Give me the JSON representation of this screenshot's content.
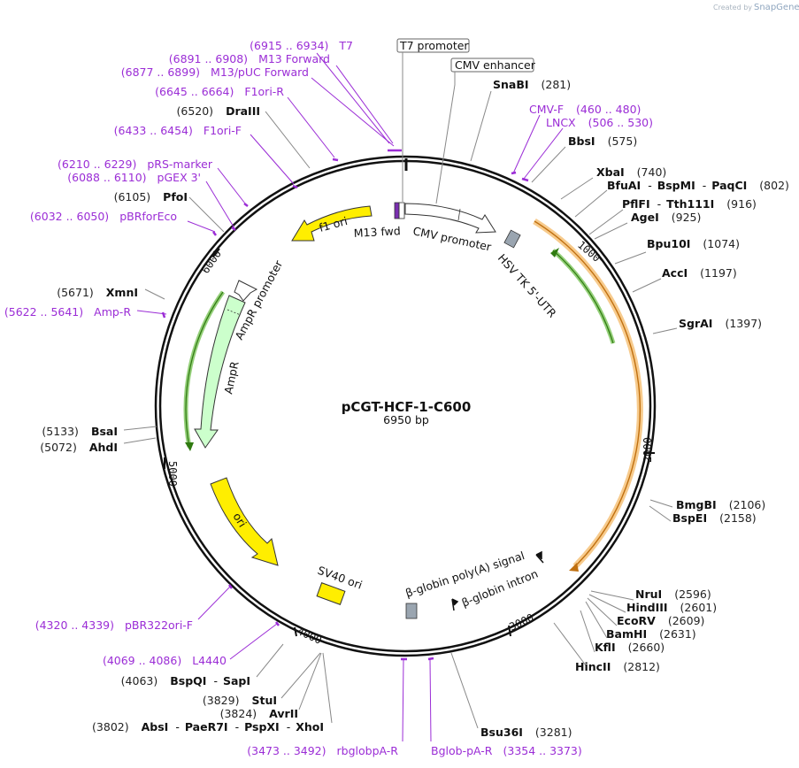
{
  "brand": {
    "created_by": "Created by",
    "name": "SnapGene"
  },
  "plasmid": {
    "name": "pCGT-HCF-1-C600",
    "size_label": "6950 bp",
    "length": 6950
  },
  "colors": {
    "primer": "#9b2dd6",
    "yellow": "#ffee00",
    "green_feature": "#ccffcc",
    "orange": "#f0a030",
    "green_arrow": "#4caf20",
    "gray_box": "#9aa5b0"
  },
  "ticks": [
    {
      "label": "1000"
    },
    {
      "label": "2000"
    },
    {
      "label": "3000"
    },
    {
      "label": "4000"
    },
    {
      "label": "5000"
    },
    {
      "label": "6000"
    }
  ],
  "features": [
    {
      "name": "f1-ori-arrow",
      "label": "f1 ori"
    },
    {
      "name": "m13-fwd",
      "label": "M13 fwd"
    },
    {
      "name": "cmv-promoter",
      "label": "CMV promoter"
    },
    {
      "name": "hsv-tk-utr",
      "label": "HSV TK 5'-UTR"
    },
    {
      "name": "ampr-promoter",
      "label": "AmpR promoter"
    },
    {
      "name": "ampr",
      "label": "AmpR"
    },
    {
      "name": "ori",
      "label": "ori"
    },
    {
      "name": "sv40-ori",
      "label": "SV40 ori"
    },
    {
      "name": "bglobin-polya",
      "label": "β-globin poly(A) signal"
    },
    {
      "name": "bglobin-intron",
      "label": "β-globin intron"
    }
  ],
  "boxed_labels": [
    {
      "text": "T7 promoter"
    },
    {
      "text": "CMV enhancer"
    }
  ],
  "sites": [
    {
      "text": "SnaBI",
      "pos": "(281)"
    },
    {
      "text": "BbsI",
      "pos": "(575)"
    },
    {
      "text": "XbaI",
      "pos": "(740)"
    },
    {
      "text": "BfuAI",
      "sep1": "-",
      "text2": "BspMI",
      "sep2": "-",
      "text3": "PaqCI",
      "pos": "(802)"
    },
    {
      "text": "PflFI",
      "sep1": "-",
      "text2": "Tth111I",
      "pos": "(916)"
    },
    {
      "text": "AgeI",
      "pos": "(925)"
    },
    {
      "text": "Bpu10I",
      "pos": "(1074)"
    },
    {
      "text": "AccI",
      "pos": "(1197)"
    },
    {
      "text": "SgrAI",
      "pos": "(1397)"
    },
    {
      "text": "BmgBI",
      "pos": "(2106)"
    },
    {
      "text": "BspEI",
      "pos": "(2158)"
    },
    {
      "text": "NruI",
      "pos": "(2596)"
    },
    {
      "text": "HindIII",
      "pos": "(2601)"
    },
    {
      "text": "EcoRV",
      "pos": "(2609)"
    },
    {
      "text": "BamHI",
      "pos": "(2631)"
    },
    {
      "text": "KflI",
      "pos": "(2660)"
    },
    {
      "text": "HincII",
      "pos": "(2812)"
    },
    {
      "text": "Bsu36I",
      "pos": "(3281)"
    },
    {
      "pos": "(3802)",
      "text": "AbsI",
      "sep1": "-",
      "text2": "PaeR7I",
      "sep2": "-",
      "text3": "PspXI",
      "sep3": "-",
      "text4": "XhoI"
    },
    {
      "pos": "(3824)",
      "text": "AvrII"
    },
    {
      "pos": "(3829)",
      "text": "StuI"
    },
    {
      "pos": "(4063)",
      "text": "BspQI",
      "sep1": "-",
      "text2": "SapI"
    },
    {
      "pos": "(5072)",
      "text": "AhdI"
    },
    {
      "pos": "(5133)",
      "text": "BsaI"
    },
    {
      "pos": "(5671)",
      "text": "XmnI"
    },
    {
      "pos": "(6105)",
      "text": "PfoI"
    },
    {
      "pos": "(6520)",
      "text": "DraIII"
    }
  ],
  "primers": [
    {
      "range": "(6915 .. 6934)",
      "name": "T7"
    },
    {
      "range": "(6891 .. 6908)",
      "name": "M13 Forward"
    },
    {
      "range": "(6877 .. 6899)",
      "name": "M13/pUC Forward"
    },
    {
      "range": "(6645 .. 6664)",
      "name": "F1ori-R"
    },
    {
      "range": "(6433 .. 6454)",
      "name": "F1ori-F"
    },
    {
      "range": "(6210 .. 6229)",
      "name": "pRS-marker"
    },
    {
      "range": "(6088 .. 6110)",
      "name": "pGEX 3'"
    },
    {
      "range": "(6032 .. 6050)",
      "name": "pBRforEco"
    },
    {
      "range": "(5622 .. 5641)",
      "name": "Amp-R"
    },
    {
      "range": "(4320 .. 4339)",
      "name": "pBR322ori-F"
    },
    {
      "range": "(4069 .. 4086)",
      "name": "L4440"
    },
    {
      "range": "(3473 .. 3492)",
      "name": "rbglobpA-R"
    },
    {
      "name": "Bglob-pA-R",
      "range": "(3354 .. 3373)"
    },
    {
      "name": "CMV-F",
      "range": "(460 .. 480)"
    },
    {
      "name": "LNCX",
      "range": "(506 .. 530)"
    }
  ]
}
